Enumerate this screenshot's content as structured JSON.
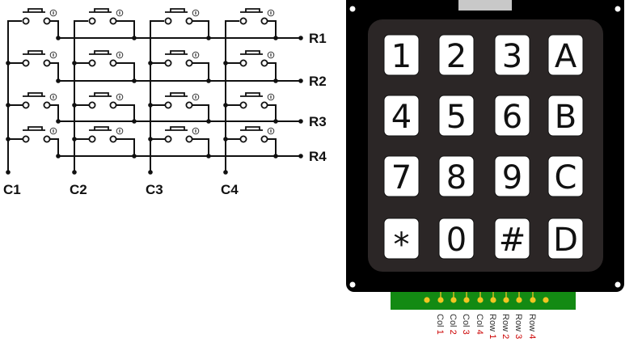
{
  "schematic": {
    "title": "4x4 matrix keypad schematic",
    "columns": [
      "C1",
      "C2",
      "C3",
      "C4"
    ],
    "rows": [
      "R1",
      "R2",
      "R3",
      "R4"
    ]
  },
  "keypad": {
    "keys": [
      [
        "1",
        "2",
        "3",
        "A"
      ],
      [
        "4",
        "5",
        "6",
        "B"
      ],
      [
        "7",
        "8",
        "9",
        "C"
      ],
      [
        "*",
        "0",
        "#",
        "D"
      ]
    ],
    "pins": [
      {
        "name": "Col",
        "num": "1"
      },
      {
        "name": "Col",
        "num": "2"
      },
      {
        "name": "Col",
        "num": "3"
      },
      {
        "name": "Col",
        "num": "4"
      },
      {
        "name": "Row",
        "num": "1"
      },
      {
        "name": "Row",
        "num": "2"
      },
      {
        "name": "Row",
        "num": "3"
      },
      {
        "name": "Row",
        "num": "4"
      }
    ]
  },
  "colors": {
    "body": "#000000",
    "panel": "#2b2626",
    "key": "#ffffff",
    "pcb": "#138a13",
    "pin": "#f2c521",
    "tab": "#c8c8c8",
    "pin_number": "#cc0000"
  }
}
